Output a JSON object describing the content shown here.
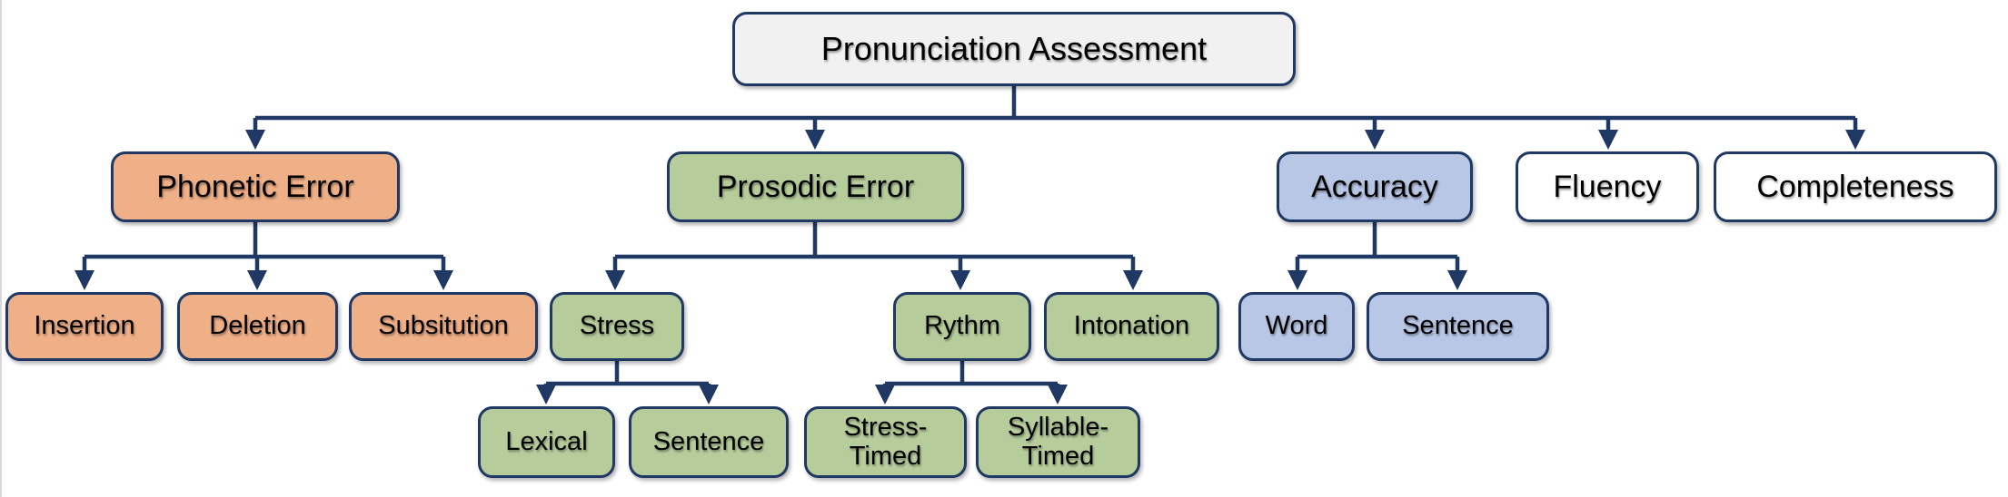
{
  "diagram": {
    "title": "Pronunciation Assessment",
    "colors": {
      "border": "#1f3864",
      "connector": "#1f3864",
      "root_fill": "#f1f1f2",
      "phonetic_fill": "#efaf87",
      "prosodic_fill": "#b6cd9b",
      "accuracy_fill": "#b8c7e6",
      "plain_fill": "#ffffff"
    },
    "nodes": {
      "root": {
        "label": "Pronunciation Assessment"
      },
      "phonetic_error": {
        "label": "Phonetic Error"
      },
      "prosodic_error": {
        "label": "Prosodic Error"
      },
      "accuracy": {
        "label": "Accuracy"
      },
      "fluency": {
        "label": "Fluency"
      },
      "completeness": {
        "label": "Completeness"
      },
      "insertion": {
        "label": "Insertion"
      },
      "deletion": {
        "label": "Deletion"
      },
      "subsitution": {
        "label": "Subsitution"
      },
      "stress": {
        "label": "Stress"
      },
      "rythm": {
        "label": "Rythm"
      },
      "intonation": {
        "label": "Intonation"
      },
      "word": {
        "label": "Word"
      },
      "sentence_accuracy": {
        "label": "Sentence"
      },
      "lexical": {
        "label": "Lexical"
      },
      "sentence_stress": {
        "label": "Sentence"
      },
      "stress_timed": {
        "label": "Stress-\nTimed"
      },
      "syllable_timed": {
        "label": "Syllable-\nTimed"
      }
    },
    "hierarchy": {
      "Pronunciation Assessment": [
        "Phonetic Error",
        "Prosodic Error",
        "Accuracy",
        "Fluency",
        "Completeness"
      ],
      "Phonetic Error": [
        "Insertion",
        "Deletion",
        "Subsitution"
      ],
      "Prosodic Error": [
        "Stress",
        "Rythm",
        "Intonation"
      ],
      "Accuracy": [
        "Word",
        "Sentence"
      ],
      "Stress": [
        "Lexical",
        "Sentence"
      ],
      "Rythm": [
        "Stress-Timed",
        "Syllable-Timed"
      ]
    }
  }
}
